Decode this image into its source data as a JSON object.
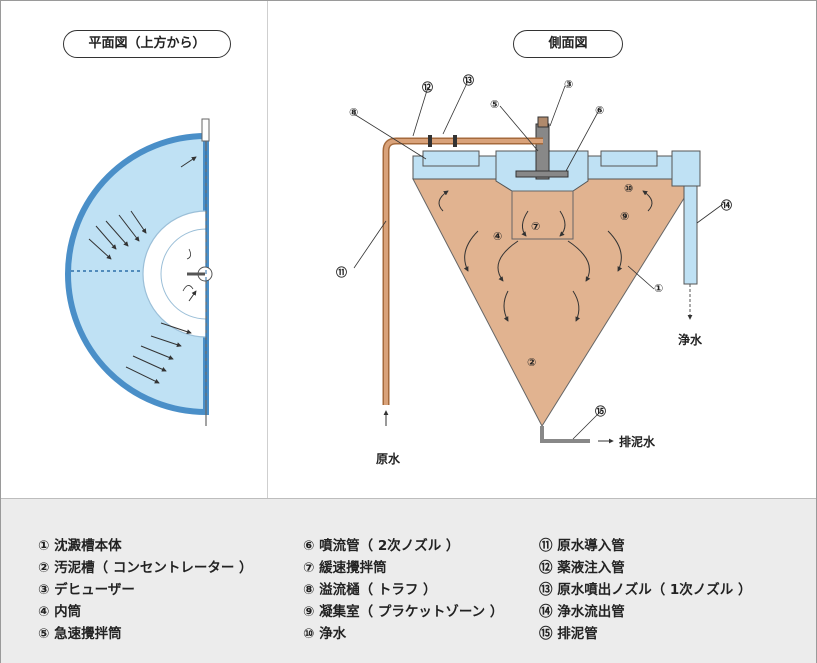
{
  "views": {
    "plan_title": "平面図（上方から）",
    "side_title": "側面図"
  },
  "callouts": [
    "①",
    "②",
    "③",
    "④",
    "⑤",
    "⑥",
    "⑦",
    "⑧",
    "⑨",
    "⑩",
    "⑪",
    "⑫",
    "⑬",
    "⑭",
    "⑮"
  ],
  "flow_labels": {
    "raw_water": "原水",
    "clean_water": "浄水",
    "sludge_out": "排泥水"
  },
  "legend": {
    "col1": [
      "① 沈澱槽本体",
      "② 汚泥槽（ コンセントレーター ）",
      "③ デヒューザー",
      "④ 内筒",
      "⑤ 急速攪拌筒"
    ],
    "col2": [
      "⑥ 噴流管（ 2次ノズル ）",
      "⑦ 緩速攪拌筒",
      "⑧ 溢流樋（ トラフ ）",
      "⑨ 凝集室（ プラケットゾーン ）",
      "⑩ 浄水"
    ],
    "col3": [
      "⑪ 原水導入管",
      "⑫ 薬液注入管",
      "⑬ 原水噴出ノズル（ 1次ノズル ）",
      "⑭ 浄水流出管",
      "⑮ 排泥管"
    ]
  },
  "colors": {
    "water": "#bfe1f4",
    "water_edge": "#5a9fd0",
    "sludge": "#e1b390",
    "pipe": "#d9a27a",
    "arrow": "#333333"
  }
}
